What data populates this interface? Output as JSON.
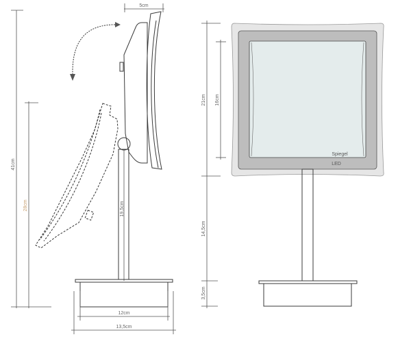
{
  "side_view": {
    "width_top": "5cm",
    "total_height": "41cm",
    "tilted_height": "28cm",
    "pole_height": "19,5cm",
    "base_inner_width": "12cm",
    "base_outer_width": "13,5cm"
  },
  "front_view": {
    "frame_height": "21cm",
    "mirror_height": "16cm",
    "pole_height": "14,5cm",
    "base_height": "3,5cm",
    "mirror_label": "Spiegel",
    "light_label": "LED"
  },
  "colors": {
    "frame_outer": "#e6e6e6",
    "frame_led": "#bdbdbd",
    "mirror_glass": "#e4ecec",
    "accent_label": "#c8a070"
  }
}
